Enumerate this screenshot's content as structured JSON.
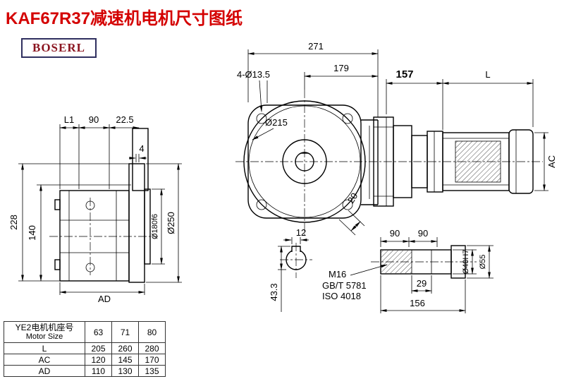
{
  "title": "KAF67R37减速机电机尺寸图纸",
  "logo_text": "BOSERL",
  "views": {
    "front": {
      "dim_271": "271",
      "dim_179": "179",
      "holes_label": "4-Ø13.5",
      "flange_dia": "Ø215",
      "dim_20": "20"
    },
    "side": {
      "dim_157": "157",
      "dim_L": "L",
      "dim_AC": "AC"
    },
    "left": {
      "dim_L1": "L1",
      "dim_90": "90",
      "dim_22_5": "22.5",
      "dim_4": "4",
      "dim_228": "228",
      "dim_140": "140",
      "dim_AD": "AD",
      "dia_180": "Ø180f6",
      "dia_250": "Ø250"
    },
    "section": {
      "dim_12": "12",
      "dim_43_3": "43.3"
    },
    "shaft": {
      "dim_90a": "90",
      "dim_90b": "90",
      "thread_label": "M16",
      "std_gb": "GB/T 5781",
      "std_iso": "ISO 4018",
      "dim_29": "29",
      "dim_156": "156",
      "dia_40": "Ø40H7",
      "dia_55": "Ø55"
    }
  },
  "table": {
    "header_cn": "YE2电机机座号",
    "header_en": "Motor Size",
    "sizes": [
      "63",
      "71",
      "80"
    ],
    "rows": [
      {
        "label": "L",
        "values": [
          "205",
          "260",
          "280"
        ]
      },
      {
        "label": "AC",
        "values": [
          "120",
          "145",
          "170"
        ]
      },
      {
        "label": "AD",
        "values": [
          "110",
          "130",
          "135"
        ]
      }
    ]
  },
  "colors": {
    "title_red": "#d40000",
    "logo_maroon": "#8b1520",
    "logo_border": "#2f2f5f",
    "line_black": "#000000"
  }
}
